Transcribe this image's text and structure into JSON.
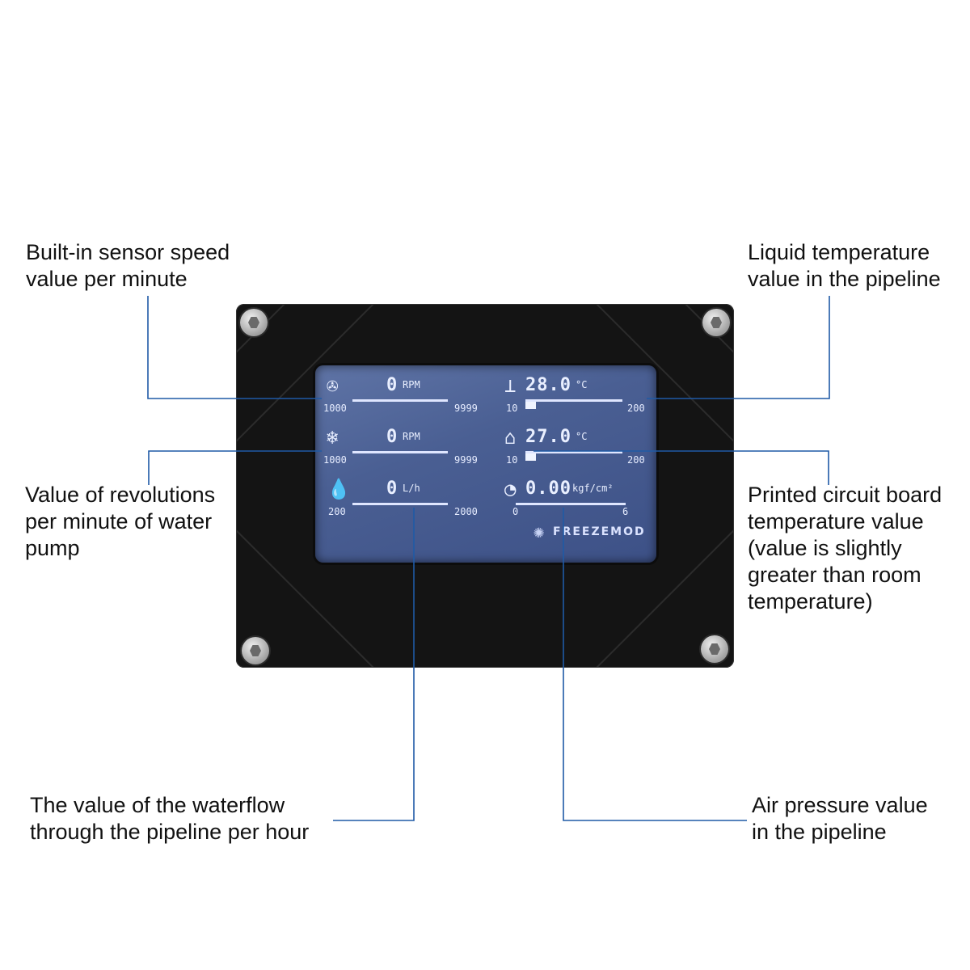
{
  "annotations": {
    "sensor_speed": "Built-in sensor speed\nvalue per minute",
    "liquid_temp": "Liquid temperature\nvalue in the pipeline",
    "pump_rpm": "Value of revolutions\nper minute of water\npump",
    "pcb_temp": "Printed circuit board\ntemperature value\n(value is slightly\ngreater than room\ntemperature)",
    "waterflow": "The value of the waterflow\nthrough the pipeline per hour",
    "air_pressure": "Air pressure value\nin the pipeline"
  },
  "display": {
    "fan": {
      "icon": "fan-icon",
      "value": "0",
      "unit": "RPM",
      "min": "1000",
      "max": "9999"
    },
    "liquid": {
      "icon": "thermometer-liquid-icon",
      "value": "28.0",
      "unit": "°C",
      "min": "10",
      "max": "200",
      "level": 0.11
    },
    "pump": {
      "icon": "pump-icon",
      "value": "0",
      "unit": "RPM",
      "min": "1000",
      "max": "9999"
    },
    "pcb": {
      "icon": "house-thermometer-icon",
      "value": "27.0",
      "unit": "°C",
      "min": "10",
      "max": "200",
      "level": 0.11
    },
    "flow": {
      "icon": "water-drop-icon",
      "value": "0",
      "unit": "L/h",
      "min": "200",
      "max": "2000"
    },
    "pressure": {
      "icon": "gauge-icon",
      "value": "0.00",
      "unit": "kgf/cm²",
      "min": "0",
      "max": "6"
    },
    "brand": "FREEZEMOD"
  },
  "colors": {
    "leader_line": "#1f5aa6",
    "screen": "#4a5f93",
    "device": "#141414"
  }
}
